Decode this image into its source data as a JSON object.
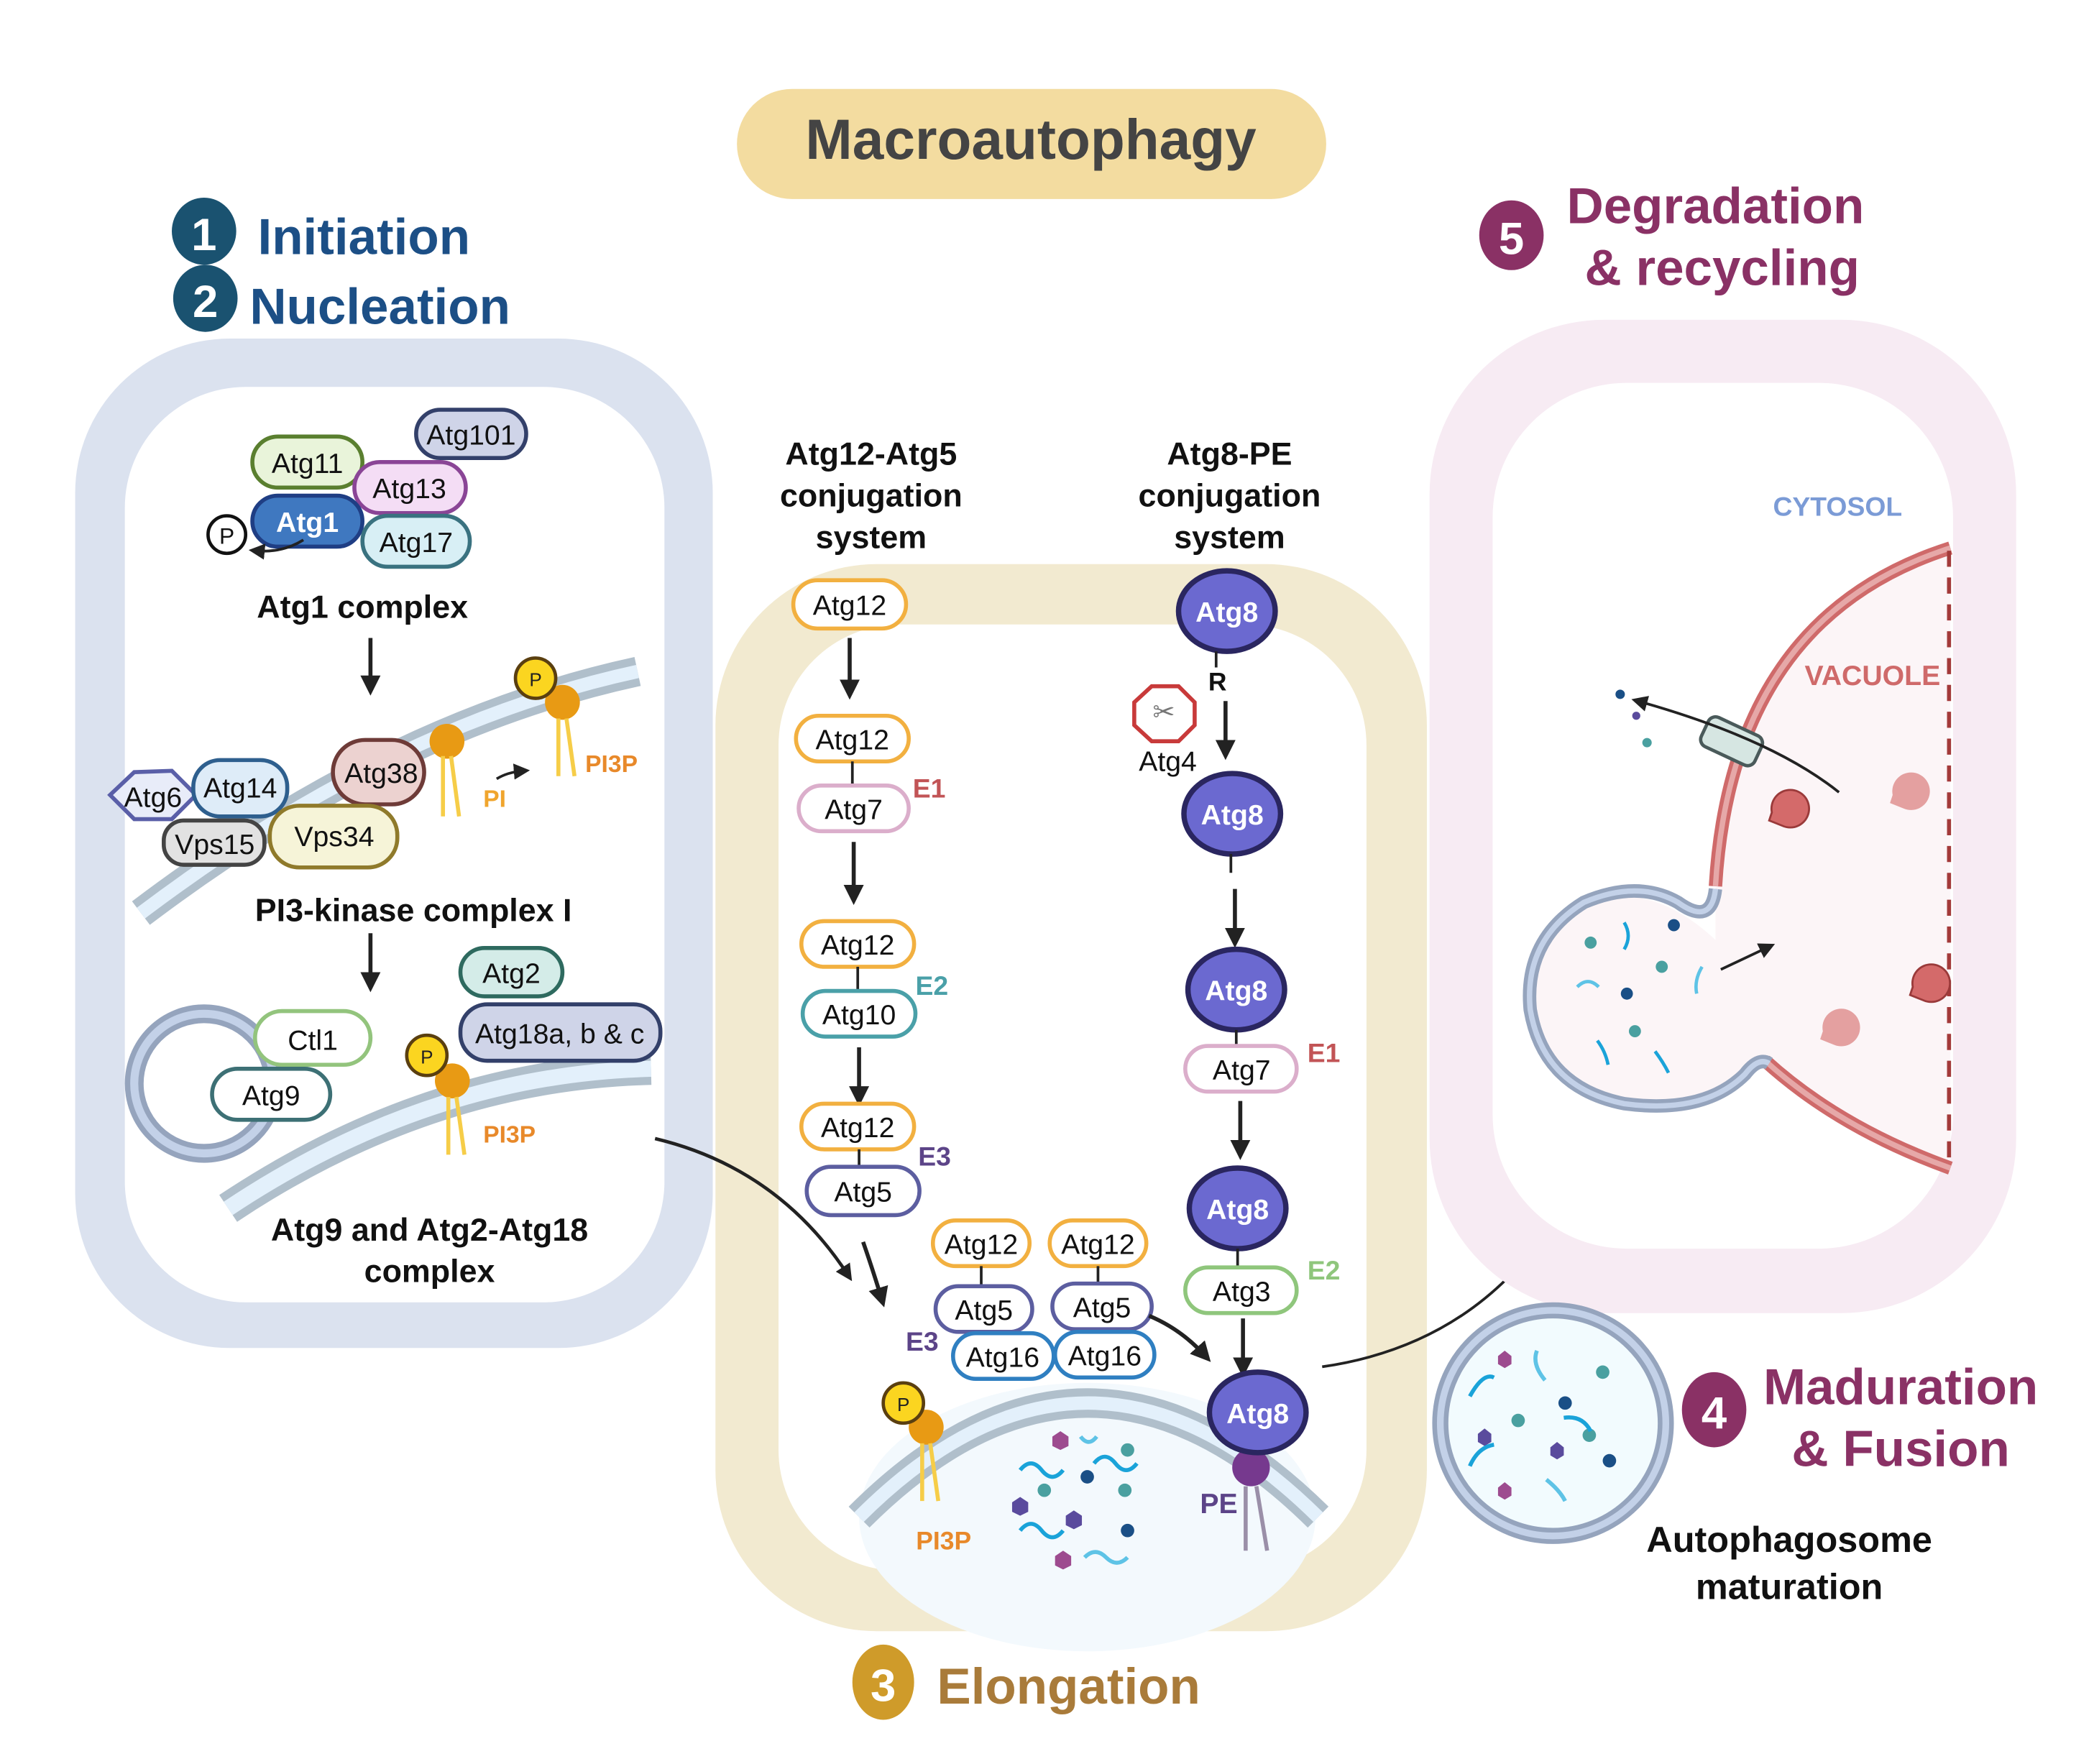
{
  "title": "Macroautophagy",
  "colors": {
    "title_bg": "#f3dca0",
    "title_text": "#444444",
    "initiation": "#1c4f86",
    "initiation_badge": "#1a5270",
    "elongation": "#a97b3a",
    "elongation_badge": "#cf9b2a",
    "degradation": "#8a3165",
    "panel_left": "#dbe2ef",
    "panel_mid": "#f2ead0",
    "panel_right": "#f7ebf3",
    "pi3p": "#e8892a",
    "e1": "#c25456",
    "e2_atg10": "#4aa0a8",
    "e2_atg3": "#8fc67c",
    "e3": "#5c4488",
    "vacuole": "#cf6a6a",
    "cytosol": "#7b9bd6"
  },
  "stages": {
    "initiation": {
      "number": "1",
      "label": "Initiation"
    },
    "nucleation": {
      "number": "2",
      "label": "Nucleation"
    },
    "elongation": {
      "number": "3",
      "label": "Elongation"
    },
    "maturation": {
      "number": "4",
      "label_line1": "Maduration",
      "label_line2": "& Fusion"
    },
    "degradation": {
      "number": "5",
      "label_line1": "Degradation",
      "label_line2": "& recycling"
    }
  },
  "left_panel": {
    "atg1_complex": {
      "proteins": [
        "Atg11",
        "Atg101",
        "Atg13",
        "Atg1",
        "Atg17"
      ],
      "phospho": "P",
      "caption": "Atg1 complex"
    },
    "pi3k_complex": {
      "proteins": [
        "Atg6",
        "Atg14",
        "Atg38",
        "Vps15",
        "Vps34"
      ],
      "pi_label": "PI",
      "pi3p_label": "PI3P",
      "phospho": "P",
      "caption": "PI3-kinase complex I"
    },
    "atg9_complex": {
      "proteins": [
        "Ctl1",
        "Atg9",
        "Atg2",
        "Atg18a, b & c"
      ],
      "pi3p_label": "PI3P",
      "phospho": "P",
      "caption_line1": "Atg9 and Atg2-Atg18",
      "caption_line2": "complex"
    }
  },
  "middle_panel": {
    "atg12_system": {
      "title_line1": "Atg12-Atg5",
      "title_line2": "conjugation",
      "title_line3": "system",
      "steps": [
        {
          "top": "Atg12"
        },
        {
          "top": "Atg12",
          "bottom": "Atg7",
          "enzyme": "E1"
        },
        {
          "top": "Atg12",
          "bottom": "Atg10",
          "enzyme": "E2"
        },
        {
          "top": "Atg12",
          "bottom": "Atg5",
          "enzyme": "E3"
        }
      ]
    },
    "atg8_system": {
      "title_line1": "Atg8-PE",
      "title_line2": "conjugation",
      "title_line3": "system",
      "residue": "R",
      "protease": "Atg4",
      "steps": [
        {
          "top": "Atg8"
        },
        {
          "top": "Atg8"
        },
        {
          "top": "Atg8",
          "bottom": "Atg7",
          "enzyme": "E1"
        },
        {
          "top": "Atg8",
          "bottom": "Atg3",
          "enzyme": "E2"
        },
        {
          "top": "Atg8"
        }
      ]
    },
    "e3_complex": {
      "enzyme": "E3",
      "units": [
        {
          "a": "Atg12",
          "b": "Atg5",
          "c": "Atg16"
        },
        {
          "a": "Atg12",
          "b": "Atg5",
          "c": "Atg16"
        }
      ]
    },
    "membrane": {
      "pi3p_label": "PI3P",
      "pe_label": "PE",
      "phospho": "P"
    }
  },
  "right_panel": {
    "cytosol_label": "CYTOSOL",
    "vacuole_label": "VACUOLE",
    "autophagosome_caption_line1": "Autophagosome",
    "autophagosome_caption_line2": "maturation"
  }
}
